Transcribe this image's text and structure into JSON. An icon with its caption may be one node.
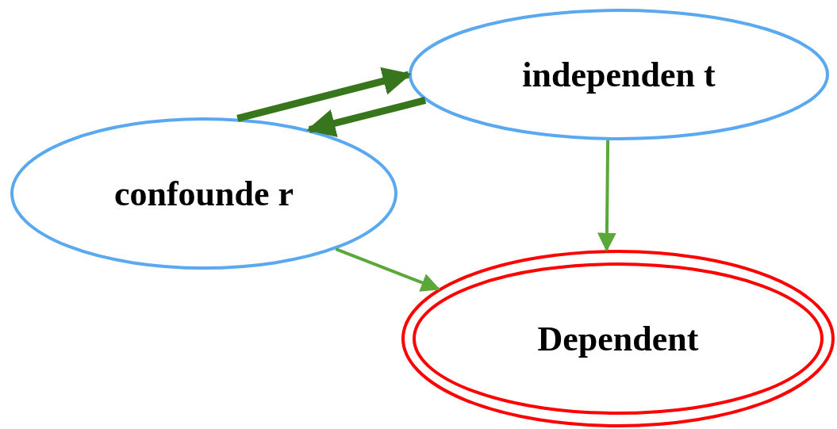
{
  "diagram": {
    "nodes": [
      {
        "text": [
          "independen t"
        ]
      },
      {
        "text": [
          "confounde r"
        ]
      },
      {
        "text": [
          "Dependent"
        ]
      }
    ],
    "edges": [
      {
        "from": 1,
        "to": 0,
        "arrow": "to",
        "style": "thick",
        "color": "#38761d"
      },
      {
        "from": 0,
        "to": 1,
        "arrow": "to",
        "style": "thick",
        "color": "#38761d"
      },
      {
        "from": 0,
        "to": 2,
        "arrow": "to"
      },
      {
        "from": 1,
        "to": 2,
        "arrow": "to"
      }
    ]
  }
}
